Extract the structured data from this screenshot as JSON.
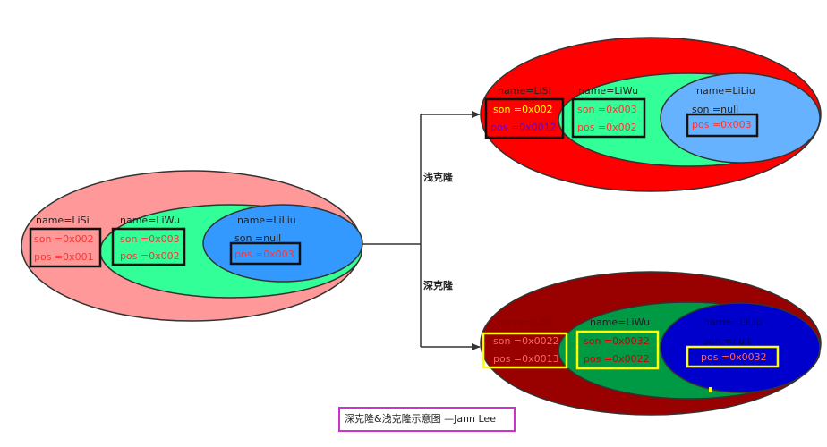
{
  "branches": {
    "shallow": "浅克隆",
    "deep": "深克隆"
  },
  "caption": "深克隆&浅克隆示意图 —Jann Lee",
  "original": {
    "lisi": {
      "name": "name=LiSi",
      "son": "son =0x002",
      "pos": "pos =0x001"
    },
    "liwu": {
      "name": "name=LiWu",
      "son": "son =0x003",
      "pos": "pos =0x002"
    },
    "liliu": {
      "name": "name=LiLiu",
      "son": "son =null",
      "pos": "pos =0x003"
    }
  },
  "shallow_clone": {
    "lisi": {
      "name": "name=LiSi",
      "son": "son =0x002",
      "pos": "pos =0x0012"
    },
    "liwu": {
      "name": "name=LiWu",
      "son": "son =0x003",
      "pos": "pos =0x002"
    },
    "liliu": {
      "name": "name=LiLiu",
      "son": "son =null",
      "pos": "pos =0x003"
    }
  },
  "deep_clone": {
    "lisi": {
      "name": "name=LiSi",
      "son": "son =0x0022",
      "pos": "pos =0x0013"
    },
    "liwu": {
      "name": "name=LiWu",
      "son": "son =0x0032",
      "pos": "pos =0x0022"
    },
    "liliu": {
      "name": "name=LiLiu",
      "son": "son =null",
      "pos": "pos =0x0032"
    }
  },
  "colors": {
    "original_outer": "#ff9999",
    "original_mid": "#33ff99",
    "original_inner": "#3399ff",
    "shallow_outer": "#ff0000",
    "shallow_mid": "#33ff99",
    "shallow_inner": "#66b2ff",
    "deep_outer": "#990000",
    "deep_mid": "#009944",
    "deep_inner": "#0000cc",
    "deep_box_border": "#ffff00",
    "caption_border": "#cc33cc"
  }
}
